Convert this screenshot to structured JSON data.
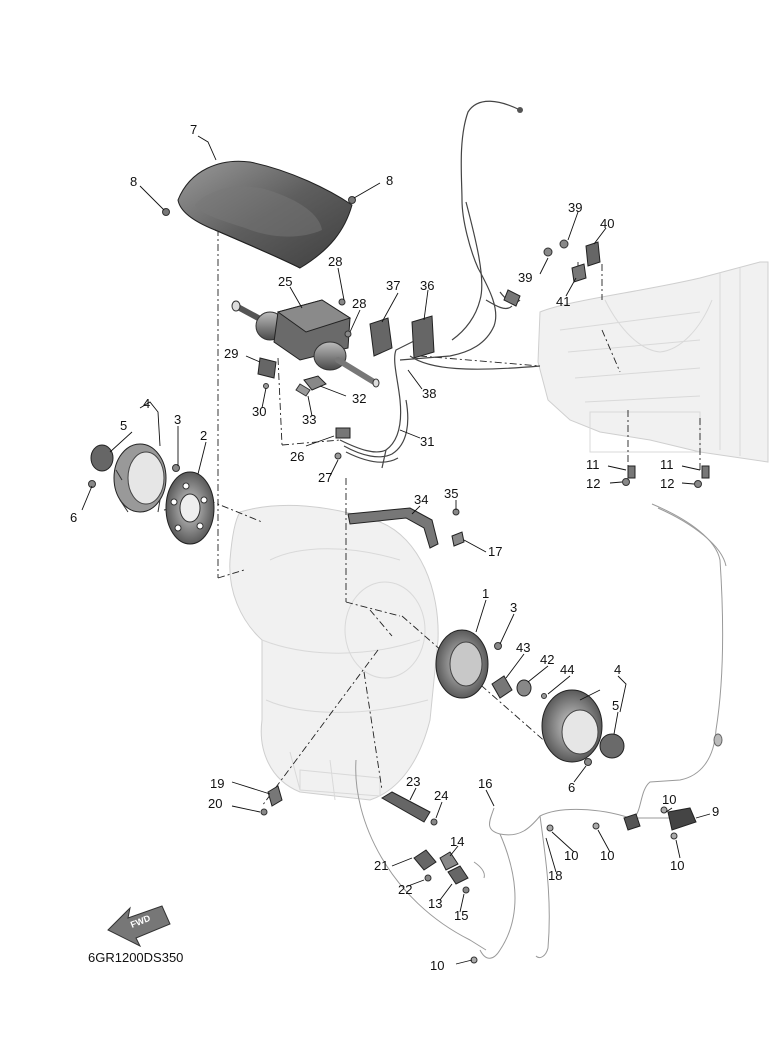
{
  "diagram_code": "6GR1200DS350",
  "direction_badge": "FWD",
  "callouts": [
    "1",
    "2",
    "3",
    "3",
    "4",
    "4",
    "5",
    "5",
    "6",
    "6",
    "7",
    "8",
    "8",
    "9",
    "10",
    "10",
    "10",
    "10",
    "10",
    "10",
    "11",
    "11",
    "12",
    "12",
    "13",
    "14",
    "15",
    "16",
    "17",
    "18",
    "19",
    "20",
    "21",
    "22",
    "23",
    "24",
    "25",
    "26",
    "27",
    "28",
    "28",
    "29",
    "30",
    "31",
    "32",
    "33",
    "34",
    "35",
    "36",
    "37",
    "38",
    "39",
    "39",
    "40",
    "41",
    "42",
    "43",
    "44"
  ]
}
